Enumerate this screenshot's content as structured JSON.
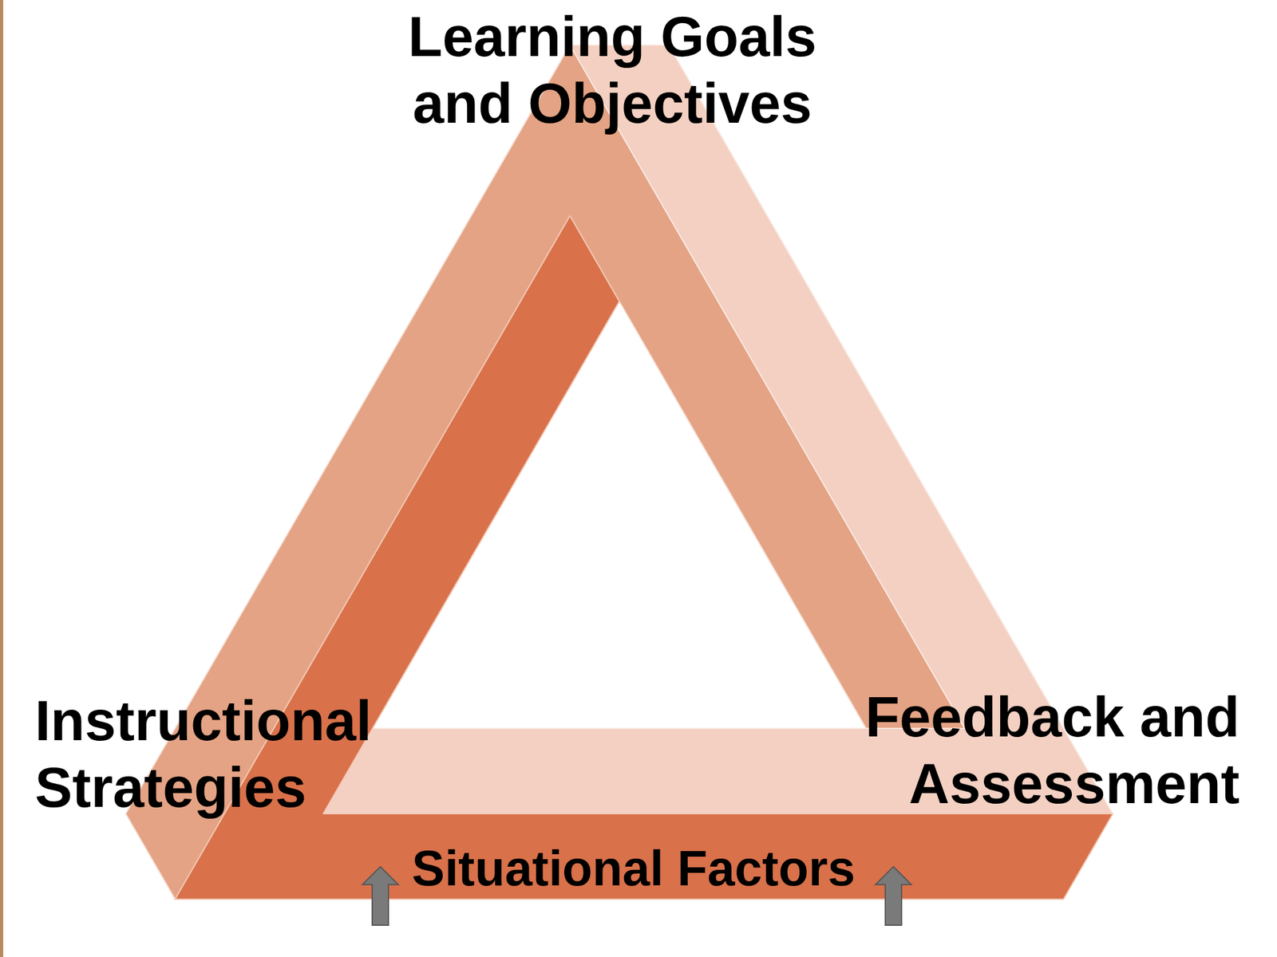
{
  "diagram": {
    "labels": [
      "Learning Goals and Objectives",
      "Instructional Strategies",
      "Feedback and Assessment",
      "Situational Factors"
    ]
  }
}
